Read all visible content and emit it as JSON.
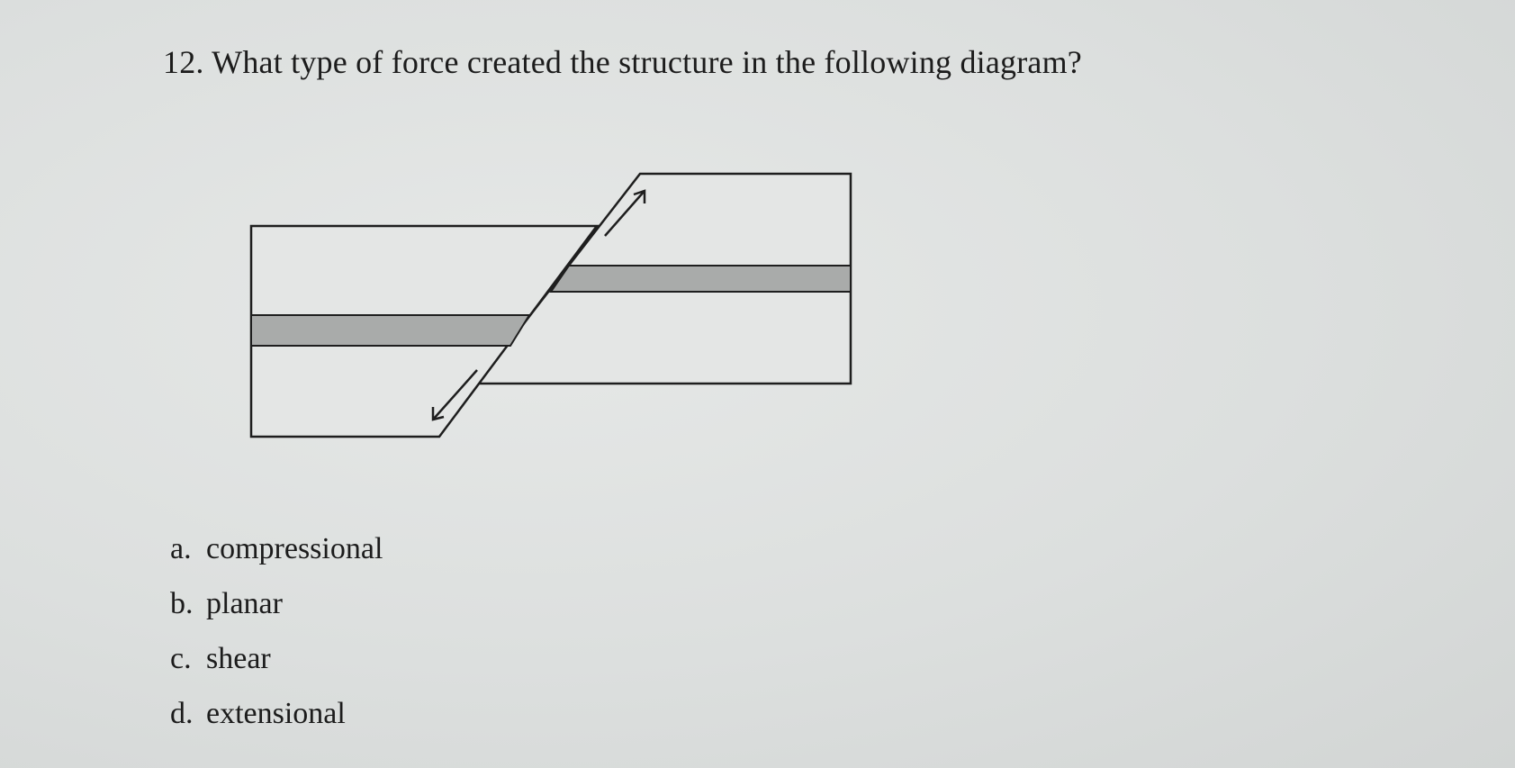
{
  "question": {
    "number": "12.",
    "text": "What type of force created the structure in the following diagram?"
  },
  "options": [
    {
      "letter": "a.",
      "text": "compressional"
    },
    {
      "letter": "b.",
      "text": "planar"
    },
    {
      "letter": "c.",
      "text": "shear"
    },
    {
      "letter": "d.",
      "text": "extensional"
    }
  ],
  "diagram": {
    "line_color": "#1e1e1e",
    "layer_color": "#a9abaa",
    "block_fill": "#e4e6e5"
  }
}
